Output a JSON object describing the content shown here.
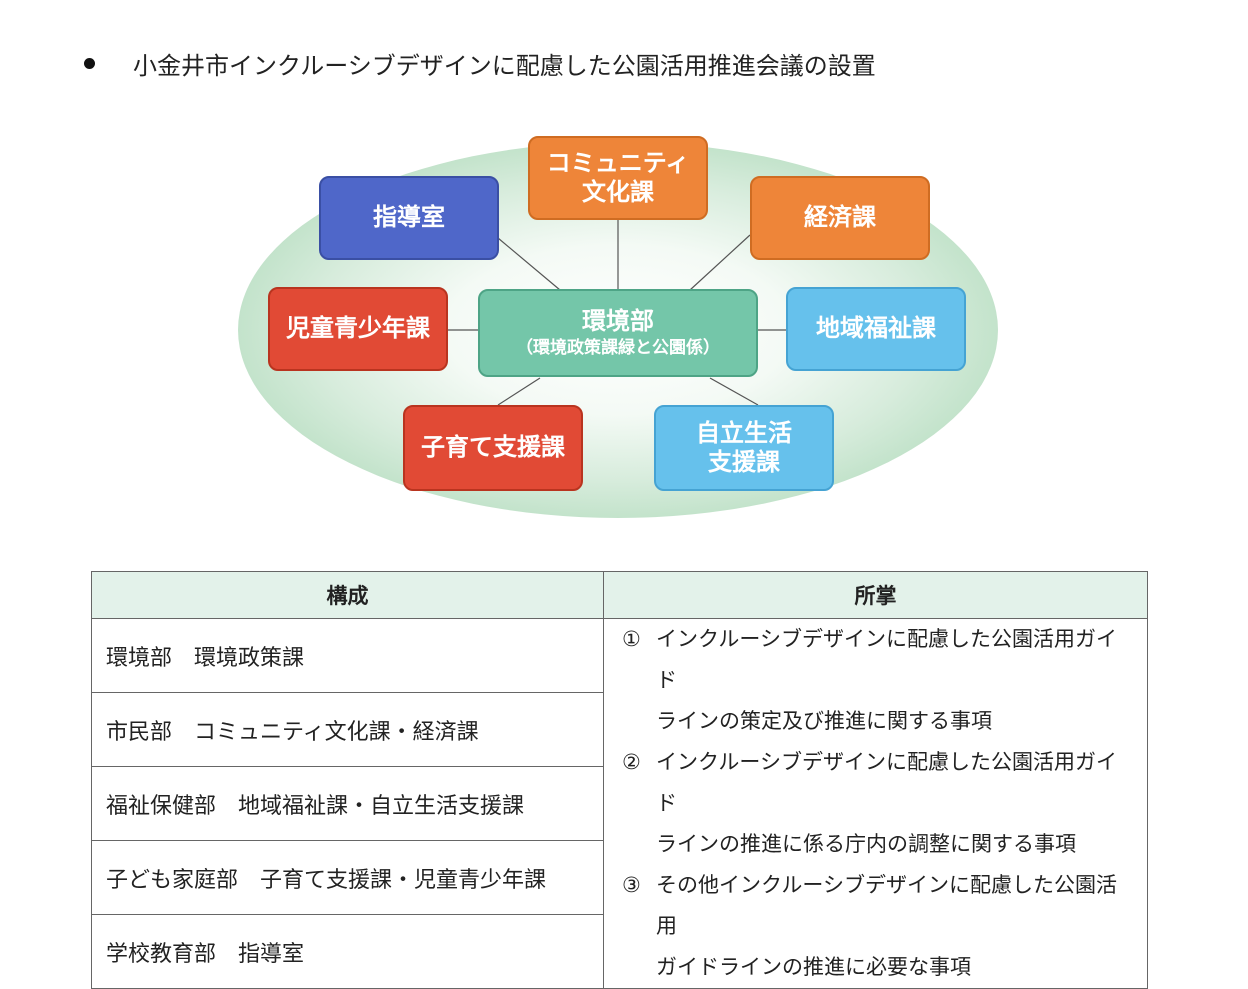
{
  "heading": "小金井市インクルーシブデザインに配慮した公園活用推進会議の設置",
  "diagram": {
    "center": {
      "title": "環境部",
      "subtitle": "（環境政策課緑と公園係）"
    },
    "nodes": {
      "community": "コミュニティ\n文化課",
      "shido": "指導室",
      "keizai": "経済課",
      "jido": "児童青少年課",
      "chiiki": "地域福祉課",
      "kosodate": "子育て支援課",
      "jiritsu": "自立生活\n支援課"
    },
    "colors": {
      "blue": "#4f67c9",
      "orange": "#ee8539",
      "red": "#e14a35",
      "sky": "#66c1ec",
      "center": "#74c6a9",
      "ellipse": "#cfe8d6"
    }
  },
  "table": {
    "headers": [
      "構成",
      "所掌"
    ],
    "composition": [
      "環境部　環境政策課",
      "市民部　コミュニティ文化課・経済課",
      "福祉保健部　地域福祉課・自立生活支援課",
      "子ども家庭部　子育て支援課・児童青少年課",
      "学校教育部　指導室"
    ],
    "duties": [
      {
        "num": "①",
        "line1": "インクルーシブデザインに配慮した公園活用ガイド",
        "line2": "ラインの策定及び推進に関する事項"
      },
      {
        "num": "②",
        "line1": "インクルーシブデザインに配慮した公園活用ガイド",
        "line2": "ラインの推進に係る庁内の調整に関する事項"
      },
      {
        "num": "③",
        "line1": "その他インクルーシブデザインに配慮した公園活用",
        "line2": "ガイドラインの推進に必要な事項"
      }
    ]
  }
}
